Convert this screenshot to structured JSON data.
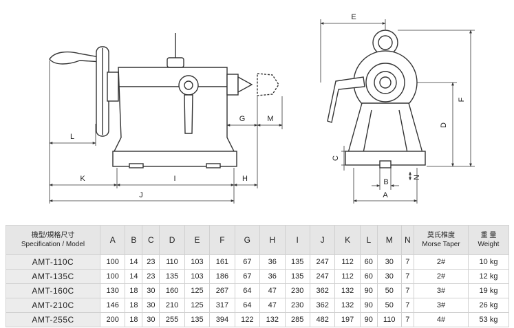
{
  "labels": {
    "side": {
      "L": "L",
      "K": "K",
      "I": "I",
      "J": "J",
      "H": "H",
      "G": "G",
      "M": "M"
    },
    "front": {
      "E": "E",
      "F": "F",
      "D": "D",
      "C": "C",
      "B": "B",
      "N": "N",
      "A": "A"
    }
  },
  "table": {
    "headers": {
      "model_cn": "機型/規格尺寸",
      "model_en": "Specification / Model",
      "cols": [
        "A",
        "B",
        "C",
        "D",
        "E",
        "F",
        "G",
        "H",
        "I",
        "J",
        "K",
        "L",
        "M",
        "N"
      ],
      "morse_cn": "莫氏椎度",
      "morse_en": "Morse Taper",
      "weight_cn": "重 量",
      "weight_en": "Weight"
    },
    "rows": [
      {
        "model": "AMT-110C",
        "vals": [
          "100",
          "14",
          "23",
          "110",
          "103",
          "161",
          "67",
          "36",
          "135",
          "247",
          "112",
          "60",
          "30",
          "7"
        ],
        "morse": "2#",
        "weight": "10 kg"
      },
      {
        "model": "AMT-135C",
        "vals": [
          "100",
          "14",
          "23",
          "135",
          "103",
          "186",
          "67",
          "36",
          "135",
          "247",
          "112",
          "60",
          "30",
          "7"
        ],
        "morse": "2#",
        "weight": "12 kg"
      },
      {
        "model": "AMT-160C",
        "vals": [
          "130",
          "18",
          "30",
          "160",
          "125",
          "267",
          "64",
          "47",
          "230",
          "362",
          "132",
          "90",
          "50",
          "7"
        ],
        "morse": "3#",
        "weight": "19 kg"
      },
      {
        "model": "AMT-210C",
        "vals": [
          "146",
          "18",
          "30",
          "210",
          "125",
          "317",
          "64",
          "47",
          "230",
          "362",
          "132",
          "90",
          "50",
          "7"
        ],
        "morse": "3#",
        "weight": "26 kg"
      },
      {
        "model": "AMT-255C",
        "vals": [
          "200",
          "18",
          "30",
          "255",
          "135",
          "394",
          "122",
          "132",
          "285",
          "482",
          "197",
          "90",
          "110",
          "7"
        ],
        "morse": "4#",
        "weight": "53 kg"
      }
    ]
  }
}
